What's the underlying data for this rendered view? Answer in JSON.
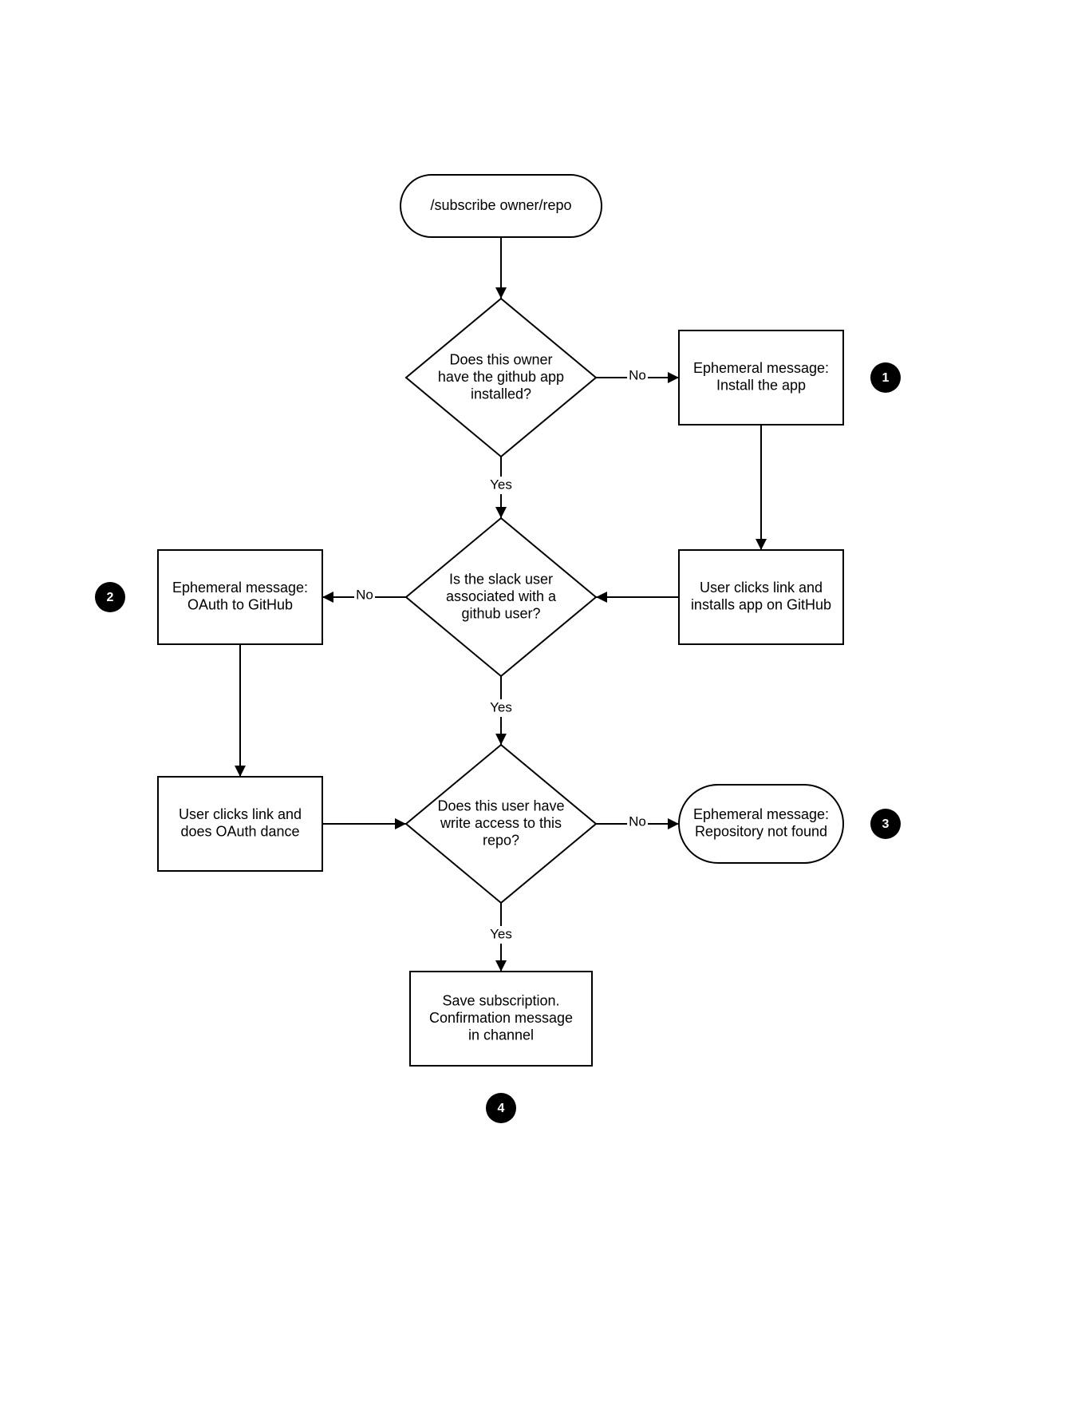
{
  "nodes": [
    {
      "id": "start",
      "type": "terminal",
      "lines": [
        "/subscribe owner/repo"
      ]
    },
    {
      "id": "q_app_installed",
      "type": "decision",
      "lines": [
        "Does this owner",
        "have the github app",
        "installed?"
      ]
    },
    {
      "id": "msg_install",
      "type": "process",
      "lines": [
        "Ephemeral message:",
        "Install the app"
      ]
    },
    {
      "id": "install_on_github",
      "type": "process",
      "lines": [
        "User clicks link and",
        "installs app on GitHub"
      ]
    },
    {
      "id": "q_user_associated",
      "type": "decision",
      "lines": [
        "Is the slack user",
        "associated with a",
        "github user?"
      ]
    },
    {
      "id": "msg_oauth",
      "type": "process",
      "lines": [
        "Ephemeral  message:",
        "OAuth to GitHub"
      ]
    },
    {
      "id": "oauth_dance",
      "type": "process",
      "lines": [
        "User clicks link and",
        "does OAuth dance"
      ]
    },
    {
      "id": "q_write_access",
      "type": "decision",
      "lines": [
        "Does this user have",
        "write access to this",
        "repo?"
      ]
    },
    {
      "id": "msg_not_found",
      "type": "terminal",
      "lines": [
        "Ephemeral  message:",
        "Repository not found"
      ]
    },
    {
      "id": "save_subscription",
      "type": "process",
      "lines": [
        "Save subscription.",
        "Confirmation message",
        "in channel"
      ]
    }
  ],
  "edges": [
    {
      "from": "start",
      "to": "q_app_installed",
      "label": ""
    },
    {
      "from": "q_app_installed",
      "to": "msg_install",
      "label": "No"
    },
    {
      "from": "q_app_installed",
      "to": "q_user_associated",
      "label": "Yes"
    },
    {
      "from": "msg_install",
      "to": "install_on_github",
      "label": ""
    },
    {
      "from": "install_on_github",
      "to": "q_user_associated",
      "label": ""
    },
    {
      "from": "q_user_associated",
      "to": "msg_oauth",
      "label": "No"
    },
    {
      "from": "q_user_associated",
      "to": "q_write_access",
      "label": "Yes"
    },
    {
      "from": "msg_oauth",
      "to": "oauth_dance",
      "label": ""
    },
    {
      "from": "oauth_dance",
      "to": "q_write_access",
      "label": ""
    },
    {
      "from": "q_write_access",
      "to": "msg_not_found",
      "label": "No"
    },
    {
      "from": "q_write_access",
      "to": "save_subscription",
      "label": "Yes"
    }
  ],
  "badges": [
    {
      "id": "badge-1",
      "label": "1",
      "near": "msg_install"
    },
    {
      "id": "badge-2",
      "label": "2",
      "near": "msg_oauth"
    },
    {
      "id": "badge-3",
      "label": "3",
      "near": "msg_not_found"
    },
    {
      "id": "badge-4",
      "label": "4",
      "near": "save_subscription"
    }
  ]
}
